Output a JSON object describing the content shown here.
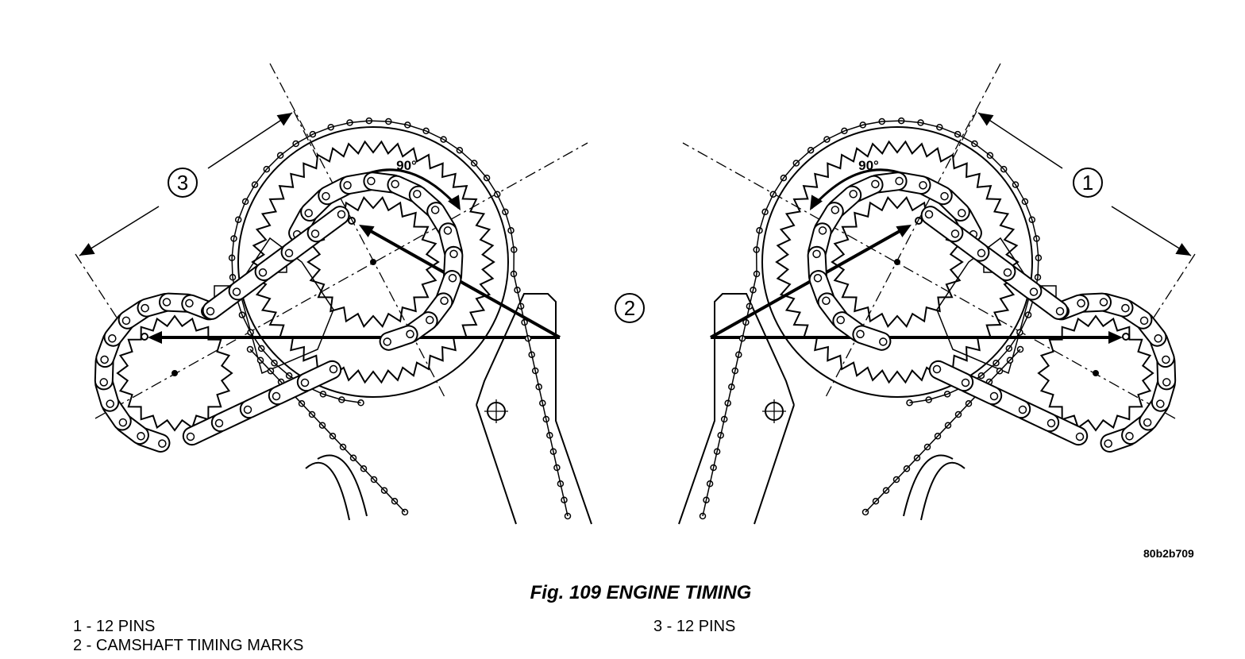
{
  "callouts": [
    "1",
    "2",
    "3"
  ],
  "angle_label": "90°",
  "image_code": "80b2b709",
  "caption": "Fig. 109 ENGINE TIMING",
  "legend": {
    "item1": "1 - 12 PINS",
    "item2": "2 - CAMSHAFT TIMING MARKS",
    "item3": "3 - 12 PINS"
  }
}
